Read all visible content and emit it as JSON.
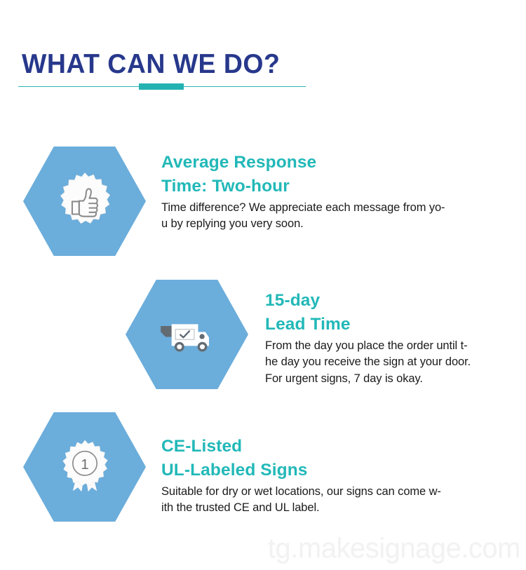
{
  "header": {
    "title": "WHAT CAN WE DO?",
    "title_color": "#27388C",
    "divider_color": "#23B2B2"
  },
  "theme": {
    "hexagon_fill": "#6BADDB",
    "heading_teal": "#22B8B8",
    "body_text": "#1B1B1B",
    "background": "#FFFFFF",
    "watermark_color": "#F2F2F2"
  },
  "features": [
    {
      "id": "response",
      "icon": "thumbs-up-badge-icon",
      "heading_line1": "Average Response",
      "heading_line2": "Time: Two-hour",
      "body": "Time difference? We appreciate each message from yo-\nu by replying you very soon."
    },
    {
      "id": "lead",
      "icon": "delivery-truck-icon",
      "heading_line1": "15-day",
      "heading_line2": "Lead Time",
      "body": "From the day you place the order until t-\nhe day you receive the sign at your door.\nFor urgent signs, 7 day is okay."
    },
    {
      "id": "listed",
      "icon": "award-ribbon-icon",
      "heading_line1": "CE-Listed",
      "heading_line2": "UL-Labeled Signs",
      "body": "Suitable for dry or wet locations, our signs can come w-\nith the trusted CE and UL label."
    }
  ],
  "watermark": {
    "text": "tg.makesignage.com"
  }
}
